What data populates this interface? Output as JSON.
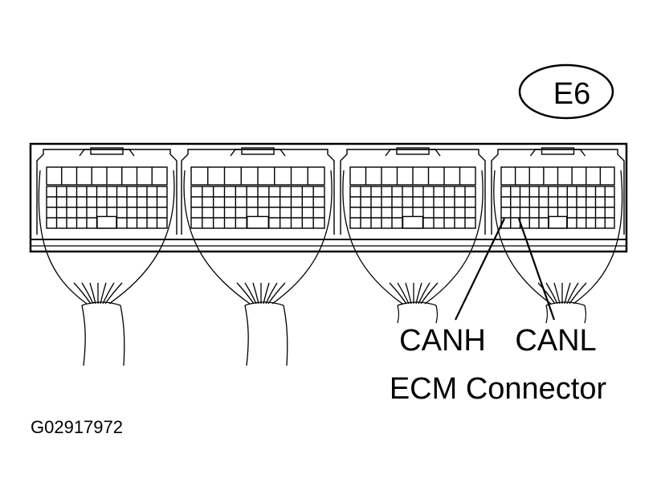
{
  "connector_id": "E6",
  "pin_labels": {
    "canh": "CANH",
    "canl": "CANL"
  },
  "caption": "ECM Connector",
  "figure_code": "G02917972",
  "colors": {
    "stroke": "#000000",
    "background": "#ffffff"
  }
}
